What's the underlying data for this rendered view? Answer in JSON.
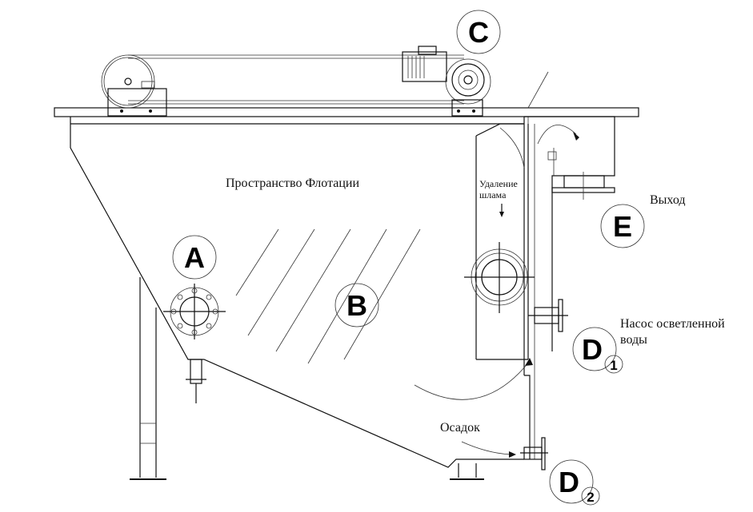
{
  "diagram": {
    "title": "Flotation unit schematic",
    "labels": {
      "flotation_space": "Пространство Флотации",
      "sludge_removal_line1": "Удаление",
      "sludge_removal_line2": "шлама",
      "outlet": "Выход",
      "clarified_pump_line1": "Насос осветленной",
      "clarified_pump_line2": "воды",
      "sediment": "Осадок"
    },
    "markers": {
      "A": "A",
      "B": "B",
      "C": "C",
      "E": "E",
      "D1": "D",
      "D1_sub": "1",
      "D2": "D",
      "D2_sub": "2"
    }
  }
}
